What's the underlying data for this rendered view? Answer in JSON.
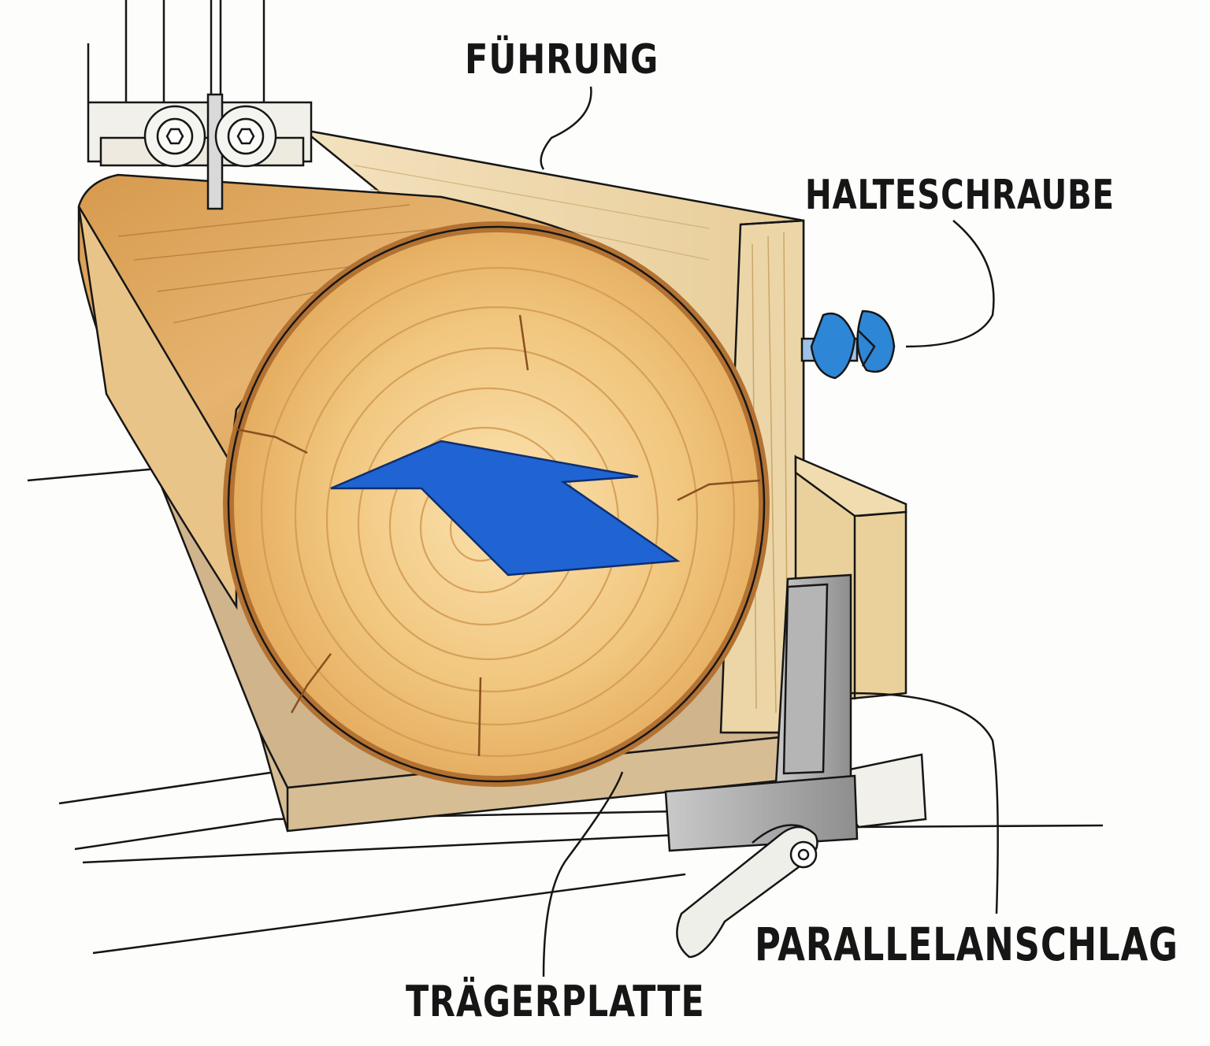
{
  "labels": {
    "guide": "FÜHRUNG",
    "holding_screw": "HALTESCHRAUBE",
    "parallel_stop": "PARALLELANSCHLAG",
    "carrier_plate": "TRÄGERPLATTE"
  },
  "colors": {
    "log_end": "#eab866",
    "log_ring": "#c9893f",
    "log_bark": "#c58a3c",
    "board": "#ead2a3",
    "plate": "#c9b08a",
    "steel": "#a8a8a8",
    "arrow": "#1f64d2",
    "clamp": "#2e86d6",
    "ink": "#161616"
  },
  "icons": {
    "direction": "feed-direction-arrow-icon",
    "guide_rollers": "bearing-roller-icon",
    "clamp": "screw-clamp-icon",
    "lever": "clamping-lever-icon"
  }
}
